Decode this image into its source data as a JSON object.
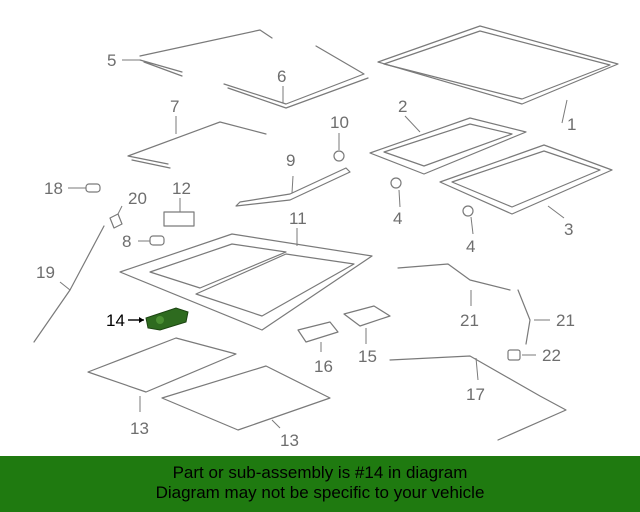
{
  "diagram": {
    "labels": {
      "p1": "1",
      "p2": "2",
      "p3": "3",
      "p4a": "4",
      "p4b": "4",
      "p5": "5",
      "p6": "6",
      "p7": "7",
      "p8": "8",
      "p9": "9",
      "p10": "10",
      "p11": "11",
      "p12": "12",
      "p13a": "13",
      "p13b": "13",
      "p14": "14",
      "p15": "15",
      "p16": "16",
      "p17": "17",
      "p18": "18",
      "p19": "19",
      "p20": "20",
      "p21a": "21",
      "p21b": "21",
      "p22": "22"
    },
    "highlighted_part": "14",
    "colors": {
      "line": "#7a7a7a",
      "highlight": "#2e6b1f",
      "banner": "#1f7a10"
    }
  },
  "banner": {
    "line1": "Part or sub-assembly is #14 in diagram",
    "line2": "Diagram may not be specific to your vehicle"
  }
}
